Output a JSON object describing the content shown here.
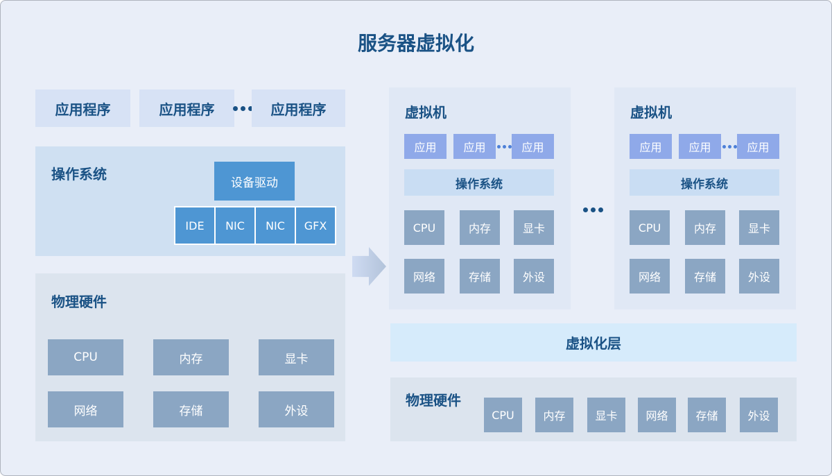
{
  "title": "服务器虚拟化",
  "left": {
    "apps": [
      "应用程序",
      "应用程序",
      "应用程序"
    ],
    "os": {
      "label": "操作系统",
      "driver": "设备驱动",
      "devices": [
        "IDE",
        "NIC",
        "NIC",
        "GFX"
      ]
    },
    "hardware": {
      "label": "物理硬件",
      "items": [
        "CPU",
        "内存",
        "显卡",
        "网络",
        "存储",
        "外设"
      ]
    }
  },
  "right": {
    "vms": [
      {
        "label": "虚拟机",
        "apps": [
          "应用",
          "应用",
          "应用"
        ],
        "os": "操作系统",
        "hardware": [
          "CPU",
          "内存",
          "显卡",
          "网络",
          "存储",
          "外设"
        ]
      },
      {
        "label": "虚拟机",
        "apps": [
          "应用",
          "应用",
          "应用"
        ],
        "os": "操作系统",
        "hardware": [
          "CPU",
          "内存",
          "显卡",
          "网络",
          "存储",
          "外设"
        ]
      }
    ],
    "virtualization_layer": "虚拟化层",
    "hardware": {
      "label": "物理硬件",
      "items": [
        "CPU",
        "内存",
        "显卡",
        "网络",
        "存储",
        "外设"
      ]
    }
  },
  "icons": {
    "ellipsis": "three-dots",
    "arrow": "right-block-arrow"
  },
  "colors": {
    "background": "#e9eef8",
    "dark_text": "#1a5285",
    "accent_blue": "#4e96d3",
    "periwinkle": "#8fa9e9",
    "hardware_gray_blue": "#8ba6c3",
    "virtualization_layer_bg": "#d6ebfb"
  }
}
